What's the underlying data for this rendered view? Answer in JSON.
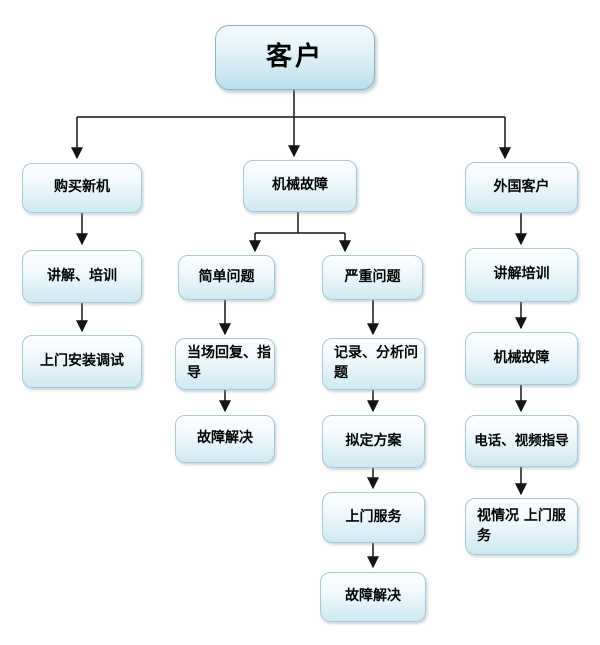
{
  "diagram": {
    "type": "flowchart",
    "background_color": "#ffffff",
    "node_border_color": "#aac9d6",
    "node_fill_top": "#fdfefe",
    "node_fill_bottom": "#cdeaf2",
    "root_node_fill_bottom": "#badfec",
    "arrow_color": "#141414",
    "nodes": {
      "customer": {
        "label": "客户"
      },
      "buy_new_machine": {
        "label": "购买新机"
      },
      "explain_training_left": {
        "label": "讲解、培训"
      },
      "onsite_install_debug": {
        "label": "上门安装调试"
      },
      "mechanical_fault": {
        "label": "机械故障"
      },
      "simple_problem": {
        "label": "简单问题"
      },
      "serious_problem": {
        "label": "严重问题"
      },
      "onsite_reply_guide": {
        "label": "当场回复、指\n导"
      },
      "fault_solved_simple": {
        "label": "故障解决"
      },
      "record_analyze_problem": {
        "label": "记录、分析问\n题"
      },
      "draft_plan": {
        "label": "拟定方案"
      },
      "onsite_service": {
        "label": "上门服务"
      },
      "fault_solved_serious": {
        "label": "故障解决"
      },
      "foreign_customer": {
        "label": "外国客户"
      },
      "explain_training_right": {
        "label": "讲解培训"
      },
      "mechanical_fault_right": {
        "label": "机械故障"
      },
      "phone_video_guide": {
        "label": "电话、视频指导"
      },
      "situational_onsite_service": {
        "label": "视情况 上门服\n务"
      }
    },
    "edges": [
      {
        "from": "customer",
        "to": "buy_new_machine"
      },
      {
        "from": "customer",
        "to": "mechanical_fault"
      },
      {
        "from": "customer",
        "to": "foreign_customer"
      },
      {
        "from": "buy_new_machine",
        "to": "explain_training_left"
      },
      {
        "from": "explain_training_left",
        "to": "onsite_install_debug"
      },
      {
        "from": "mechanical_fault",
        "to": "simple_problem"
      },
      {
        "from": "mechanical_fault",
        "to": "serious_problem"
      },
      {
        "from": "simple_problem",
        "to": "onsite_reply_guide"
      },
      {
        "from": "onsite_reply_guide",
        "to": "fault_solved_simple"
      },
      {
        "from": "serious_problem",
        "to": "record_analyze_problem"
      },
      {
        "from": "record_analyze_problem",
        "to": "draft_plan"
      },
      {
        "from": "draft_plan",
        "to": "onsite_service"
      },
      {
        "from": "onsite_service",
        "to": "fault_solved_serious"
      },
      {
        "from": "foreign_customer",
        "to": "explain_training_right"
      },
      {
        "from": "explain_training_right",
        "to": "mechanical_fault_right"
      },
      {
        "from": "mechanical_fault_right",
        "to": "phone_video_guide"
      },
      {
        "from": "phone_video_guide",
        "to": "situational_onsite_service"
      }
    ]
  }
}
